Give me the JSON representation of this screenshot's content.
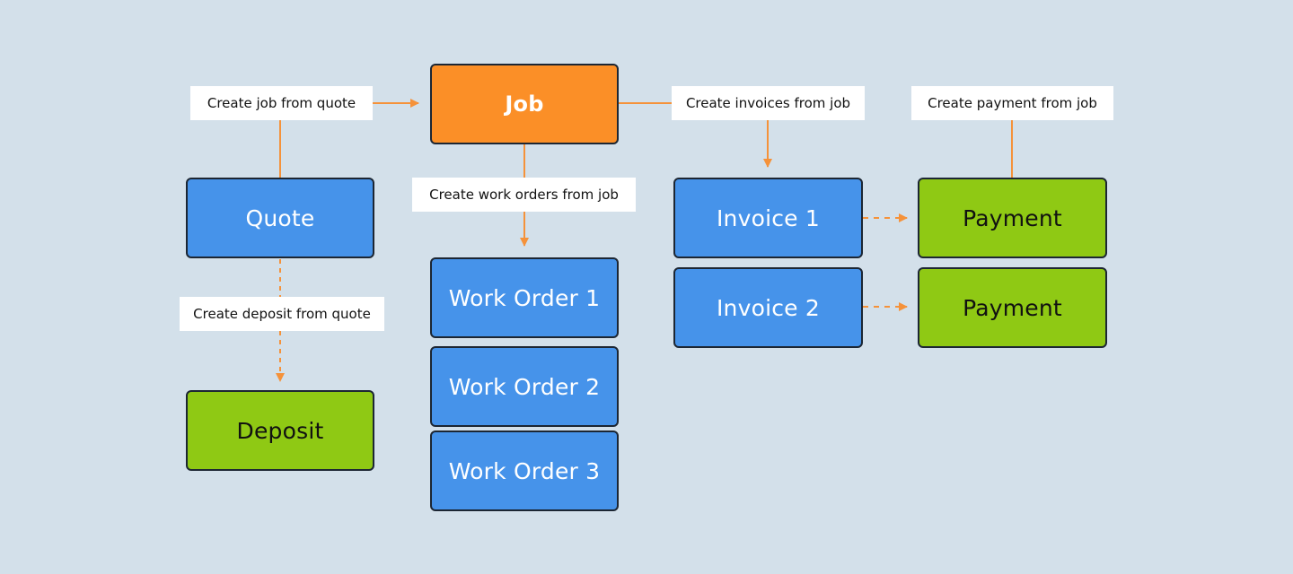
{
  "colors": {
    "background": "#d3e0ea",
    "accent_orange": "#fb8f27",
    "node_blue": "#4693ea",
    "node_green": "#8fc914",
    "node_border": "#1c2633",
    "connector": "#f5923a"
  },
  "nodes": {
    "job": "Job",
    "quote": "Quote",
    "deposit": "Deposit",
    "work_order_1": "Work Order 1",
    "work_order_2": "Work Order 2",
    "work_order_3": "Work Order 3",
    "invoice_1": "Invoice 1",
    "invoice_2": "Invoice 2",
    "payment_1": "Payment",
    "payment_2": "Payment"
  },
  "labels": {
    "create_job": "Create job from quote",
    "create_deposit": "Create deposit from quote",
    "create_work_orders": "Create work orders from job",
    "create_invoices": "Create invoices from job",
    "create_payment": "Create payment from job"
  }
}
